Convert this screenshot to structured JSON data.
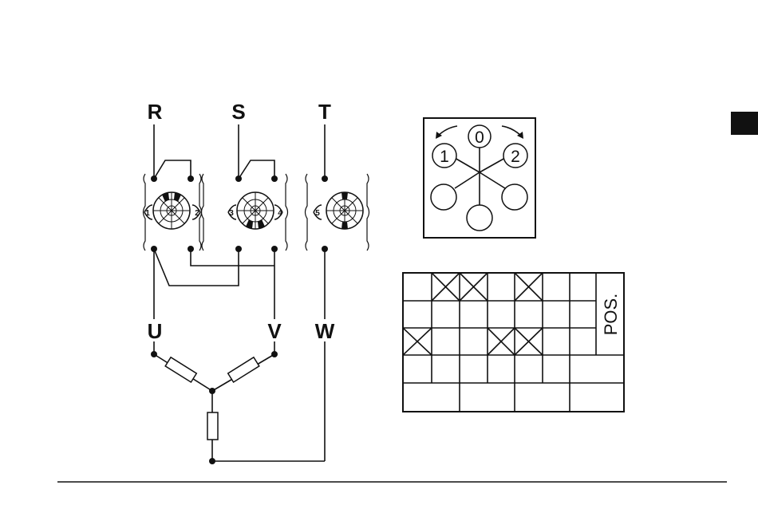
{
  "phases": {
    "r": "R",
    "s": "S",
    "t": "T",
    "u": "U",
    "v": "V",
    "w": "W"
  },
  "contacts": [
    "1",
    "2",
    "3",
    "4",
    "5"
  ],
  "selector": {
    "positions": [
      "0",
      "1",
      "2"
    ]
  },
  "table": {
    "header": "POS.",
    "crossed_cells": [
      [
        0,
        1
      ],
      [
        0,
        2
      ],
      [
        0,
        4
      ],
      [
        2,
        0
      ],
      [
        2,
        3
      ],
      [
        2,
        4
      ]
    ]
  },
  "side_marker_color": "#111111"
}
